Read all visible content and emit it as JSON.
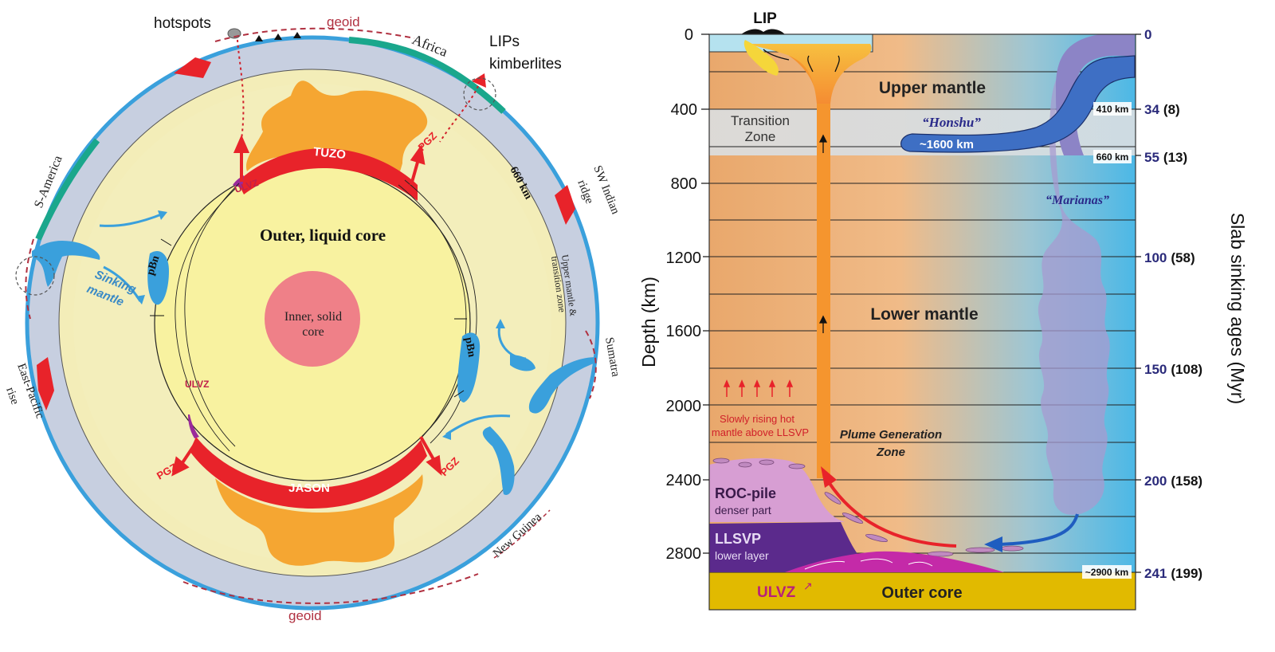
{
  "left": {
    "hotspots": "hotspots",
    "geoid_top": "geoid",
    "geoid_bottom": "geoid",
    "africa": "Africa",
    "lips_line1": "LIPs",
    "lips_line2": "kimberlites",
    "s_america": "S-America",
    "sw_indian_line1": "SW Indian",
    "sw_indian_line2": "ridge",
    "km660": "660 km",
    "upper_mantle_line1": "Upper mantle &",
    "upper_mantle_line2": "transition zone",
    "sumatra": "Sumatra",
    "new_guinea": "New Guinea",
    "east_pacific_line1": "East-Pacific",
    "east_pacific_line2": "rise",
    "sinking_line1": "Sinking",
    "sinking_line2": "mantle",
    "pbn_left": "pBn",
    "pbn_right": "pBn",
    "outer_core": "Outer, liquid core",
    "inner_core_line1": "Inner, solid",
    "inner_core_line2": "core",
    "tuzo": "TUZO",
    "jason": "JASON",
    "ulvz_top": "ULVZ",
    "ulvz_bottom": "ULVZ",
    "pgz_top": "PGZ",
    "pgz_bottom_left": "PGZ",
    "pgz_bottom_right": "PGZ"
  },
  "right": {
    "lip": "LIP",
    "depth_axis_title": "Depth (km)",
    "depth_ticks": [
      "0",
      "400",
      "800",
      "1200",
      "1600",
      "2000",
      "2400",
      "2800"
    ],
    "age_axis_title": "Slab sinking ages (Myr)",
    "age_ticks": [
      {
        "age": "0",
        "paren": ""
      },
      {
        "age": "34",
        "paren": "(8)"
      },
      {
        "age": "55",
        "paren": "(13)"
      },
      {
        "age": "100",
        "paren": "(58)"
      },
      {
        "age": "150",
        "paren": "(108)"
      },
      {
        "age": "200",
        "paren": "(158)"
      },
      {
        "age": "241",
        "paren": "(199)"
      }
    ],
    "box_410": "410 km",
    "box_660": "660 km",
    "box_2900": "~2900 km",
    "upper_mantle": "Upper mantle",
    "transition_line1": "Transition",
    "transition_line2": "Zone",
    "honshu": "“Honshu”",
    "slab_1600": "~1600 km",
    "marianas": "“Marianas”",
    "lower_mantle": "Lower mantle",
    "slowly_line1": "Slowly rising hot",
    "slowly_line2": "mantle above LLSVP",
    "pgz_line1": "Plume Generation",
    "pgz_line2": "Zone",
    "roc_pile": "ROC-pile",
    "denser_part": "denser part",
    "llsvp": "LLSVP",
    "lower_layer": "lower layer",
    "ulvz": "ULVZ",
    "outer_core": "Outer core"
  },
  "colors": {
    "mantle_blue": "#c7cfe0",
    "plate_blue": "#3aa0dc",
    "core_yellow": "#f8f2a0",
    "llsvp_red": "#e8232a",
    "llsvp_orange": "#f5a632",
    "inner_core": "#ef8088",
    "geoid": "#b03040",
    "label_navy": "#2a2a7a"
  }
}
